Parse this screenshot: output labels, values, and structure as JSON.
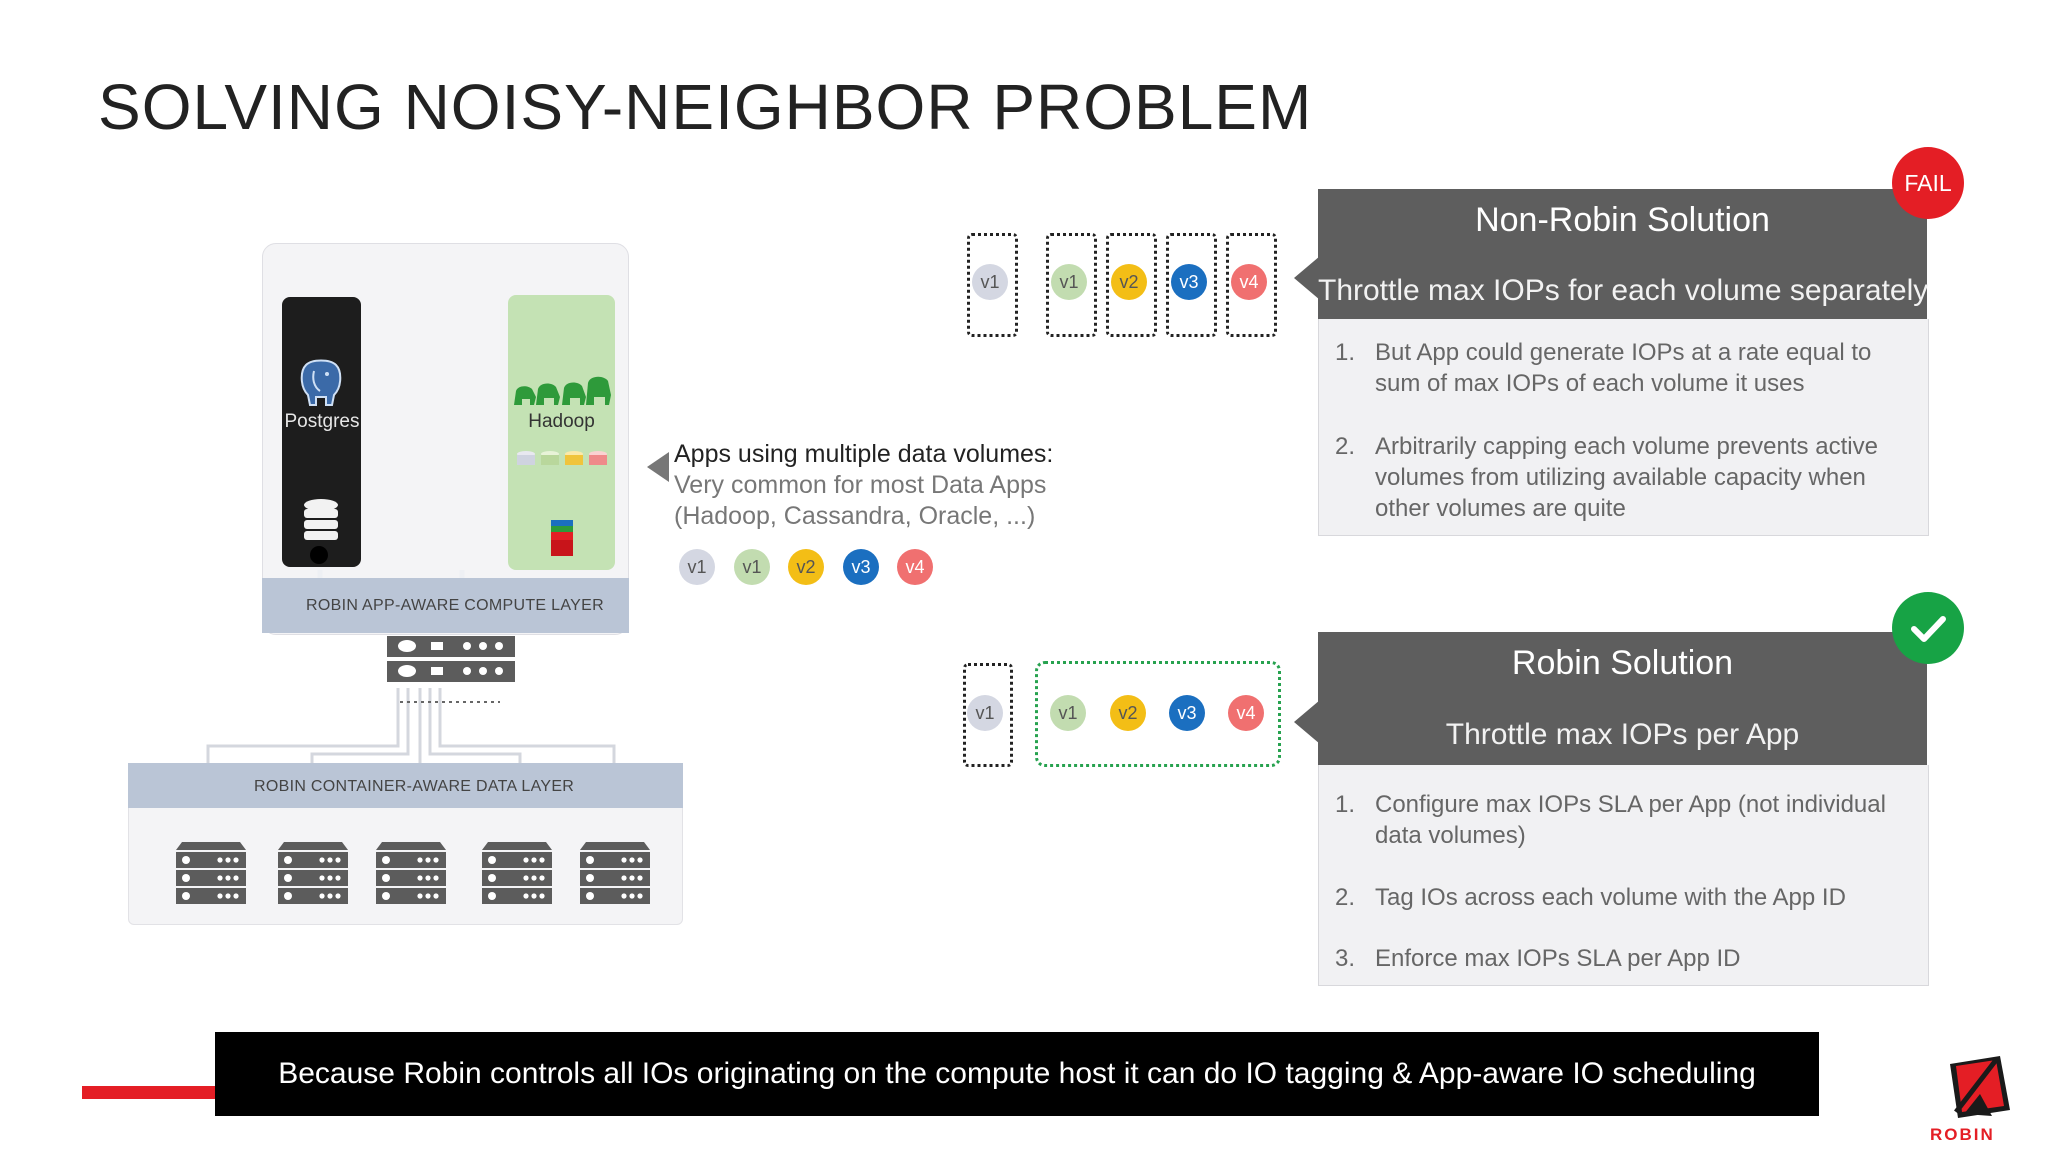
{
  "slide": {
    "title": "SOLVING NOISY-NEIGHBOR PROBLEM"
  },
  "diagram": {
    "apps": [
      {
        "name": "Postgres"
      },
      {
        "name": "Hadoop"
      }
    ],
    "compute_layer_label": "ROBIN APP-AWARE COMPUTE LAYER",
    "data_layer_label": "ROBIN CONTAINER-AWARE DATA LAYER",
    "server_count": 5
  },
  "callout": {
    "heading": "Apps using multiple data volumes:",
    "lines": [
      "Very common for most Data Apps",
      "(Hadoop, Cassandra, Oracle, ...)"
    ]
  },
  "volumes": [
    {
      "label": "v1",
      "color": "#d4d7e2",
      "text_color": "#555555"
    },
    {
      "label": "v1",
      "color": "#c2dcb0",
      "text_color": "#555555"
    },
    {
      "label": "v2",
      "color": "#f3be16",
      "text_color": "#555555"
    },
    {
      "label": "v3",
      "color": "#1b6fc0",
      "text_color": "#ffffff"
    },
    {
      "label": "v4",
      "color": "#f07070",
      "text_color": "#ffffff"
    }
  ],
  "non_robin": {
    "badge": "FAIL",
    "badge_color": "#e41e25",
    "title": "Non-Robin Solution",
    "subtitle": "Throttle max IOPs for each volume separately",
    "items": [
      {
        "num": "1.",
        "text": "But App could generate IOPs at a rate equal to sum of max IOPs of each volume it uses"
      },
      {
        "num": "2.",
        "text": "Arbitrarily capping each volume prevents active volumes from utilizing available capacity when other volumes are quite"
      }
    ]
  },
  "robin": {
    "badge_icon": "checkmark-icon",
    "badge_color": "#17a345",
    "title": "Robin Solution",
    "subtitle": "Throttle max IOPs per App",
    "items": [
      {
        "num": "1.",
        "text": "Configure max IOPs SLA per App (not individual data volumes)"
      },
      {
        "num": "2.",
        "text": "Tag IOs across each volume with the App ID"
      },
      {
        "num": "3.",
        "text": "Enforce max IOPs SLA per App ID"
      }
    ]
  },
  "banner": {
    "text": "Because Robin controls all IOs originating on the compute host it can do IO tagging & App-aware IO scheduling"
  },
  "logo": {
    "text": "ROBIN",
    "icon": "robin-logo-icon",
    "color": "#e41e25"
  }
}
